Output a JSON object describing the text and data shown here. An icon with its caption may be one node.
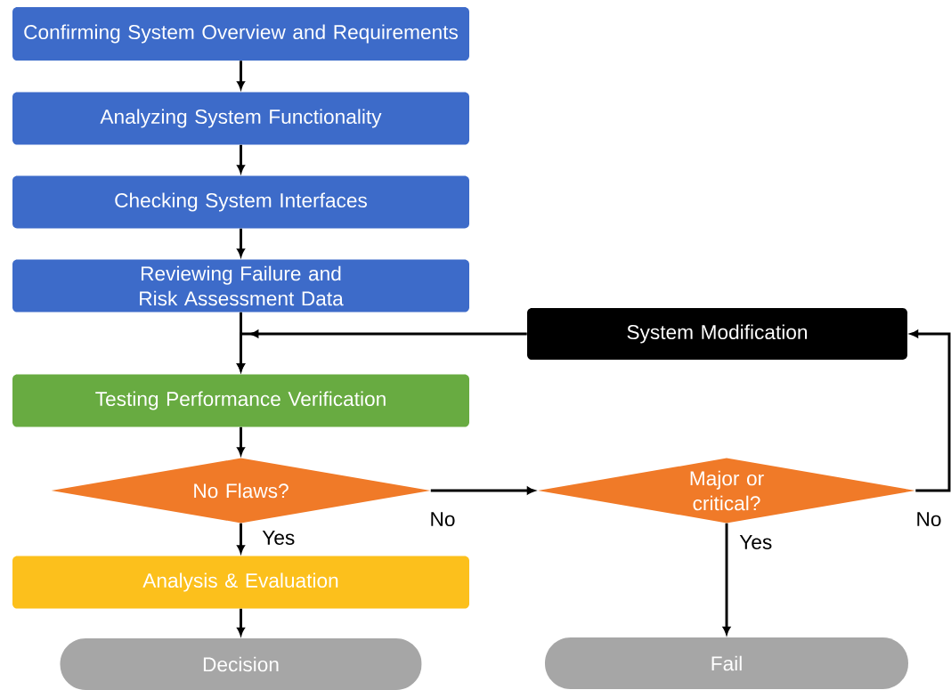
{
  "diagram": {
    "nodes": [
      {
        "text": [
          "Confirming System Overview and Requirements"
        ]
      },
      {
        "text": [
          "Analyzing System Functionality"
        ]
      },
      {
        "text": [
          "Checking System Interfaces"
        ]
      },
      {
        "text": [
          "Reviewing Failure and Risk Assessment Data"
        ]
      },
      {
        "text": [
          "System Modification"
        ]
      },
      {
        "text": [
          "Testing Performance Verification"
        ]
      },
      {
        "text": [
          "No Flaws?"
        ]
      },
      {
        "text": [
          "Major or critical?"
        ]
      },
      {
        "text": [
          "Analysis & Evaluation"
        ]
      },
      {
        "text": [
          "Decision"
        ]
      },
      {
        "text": [
          "Fail"
        ]
      }
    ],
    "edges": [
      {
        "from": 0,
        "to": 1,
        "arrow": "to"
      },
      {
        "from": 1,
        "to": 2,
        "arrow": "to"
      },
      {
        "from": 2,
        "to": 3,
        "arrow": "to"
      },
      {
        "from": 3,
        "to": 5,
        "arrow": "to"
      },
      {
        "from": 4,
        "to": 5,
        "arrow": "to"
      },
      {
        "from": 5,
        "to": 6,
        "arrow": "to"
      },
      {
        "from": 6,
        "to": 8,
        "arrow": "to",
        "label": "Yes"
      },
      {
        "from": 6,
        "to": 7,
        "arrow": "to",
        "label": "No"
      },
      {
        "from": 7,
        "to": 10,
        "arrow": "to",
        "label": "Yes"
      },
      {
        "from": 7,
        "to": 4,
        "arrow": "to",
        "label": "No"
      },
      {
        "from": 8,
        "to": 9,
        "arrow": "to"
      }
    ]
  }
}
